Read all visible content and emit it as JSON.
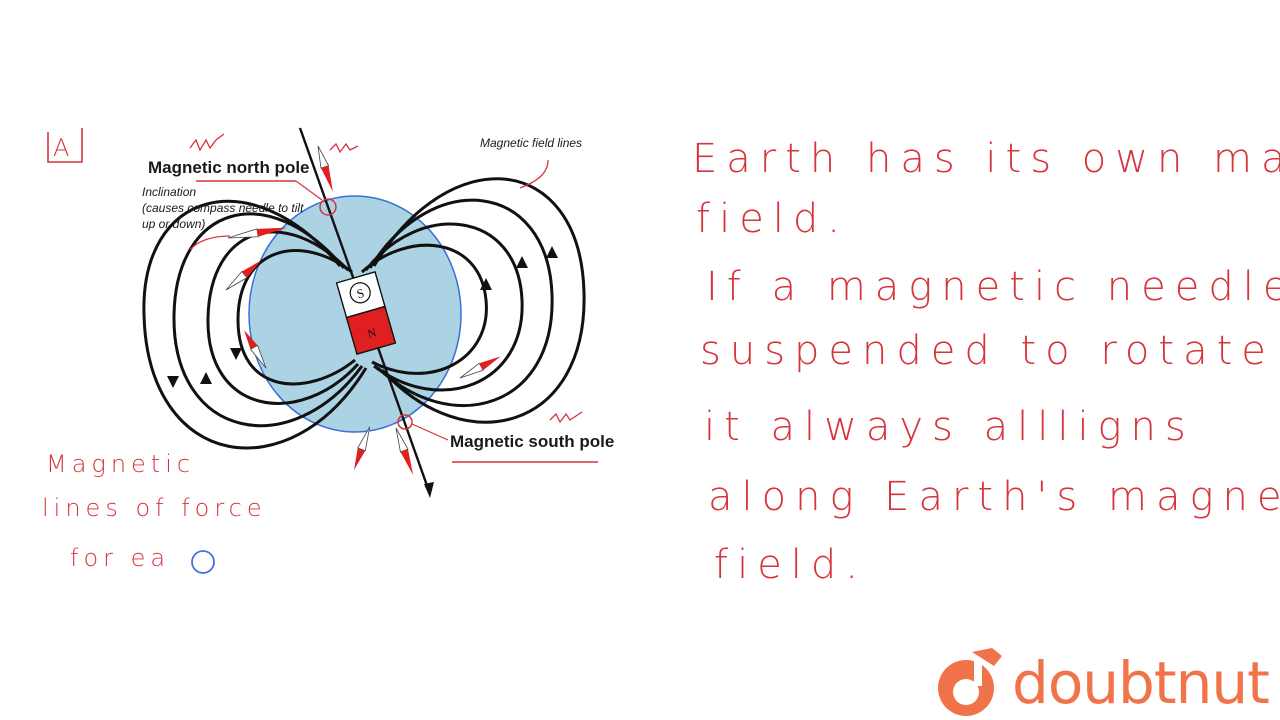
{
  "figure": {
    "panel_label": "A",
    "north_pole_label": "Magnetic north pole",
    "inclination_title": "Inclination",
    "inclination_note_1": "(causes compass needle to tilt",
    "inclination_note_2": "up or down)",
    "field_lines_label": "Magnetic field lines",
    "south_pole_label": "Magnetic south pole",
    "magnet_s": "S",
    "magnet_n": "N"
  },
  "notes_left": {
    "line1": "Magnetic",
    "line2": "lines of force",
    "line3": "for ea"
  },
  "notes_right": {
    "line1": "Earth has its own magnetic",
    "line2": "field.",
    "line3": "If a magnetic needle is",
    "line4": "suspended to rotate freely",
    "line5": "it always allligns",
    "line6": "along Earth's magnetic",
    "line7": "field."
  },
  "brand": {
    "name": "doubtnut",
    "color": "#f0734a"
  },
  "colors": {
    "ink": "#d6343b",
    "globe": "#abd3e3",
    "globe_outline": "#3a6fd8",
    "magnet_red": "#e02020"
  }
}
